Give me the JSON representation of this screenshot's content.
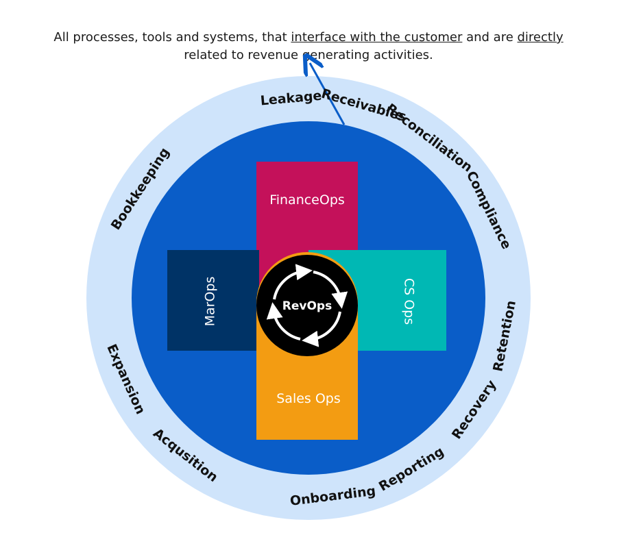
{
  "definition": {
    "part1": "All processes, tools and systems, that ",
    "link1": "interface with the customer",
    "part2": " and are ",
    "link2": "directly",
    "part3": "related to revenue generating activities."
  },
  "center": {
    "label": "RevOps"
  },
  "blocks": {
    "finance": {
      "label": "FinanceOps",
      "color": "#c4115a"
    },
    "marketing": {
      "label": "MarOps",
      "color": "#003366"
    },
    "cs": {
      "label": "CS Ops",
      "color": "#00b8b4"
    },
    "sales": {
      "label": "Sales Ops",
      "color": "#f39c12"
    }
  },
  "ring_labels": [
    "Leakage",
    "Receivables",
    "Reconciliation",
    "Compliance",
    "Retention",
    "Recovery",
    "Reporting",
    "Onboarding",
    "Acqusition",
    "Expansion",
    "Bookkeeping"
  ],
  "colors": {
    "outer_ring": "#cfe4fb",
    "inner_circle": "#0a5dc8",
    "arrow": "#0a5dc8",
    "center_circle": "#000000"
  }
}
